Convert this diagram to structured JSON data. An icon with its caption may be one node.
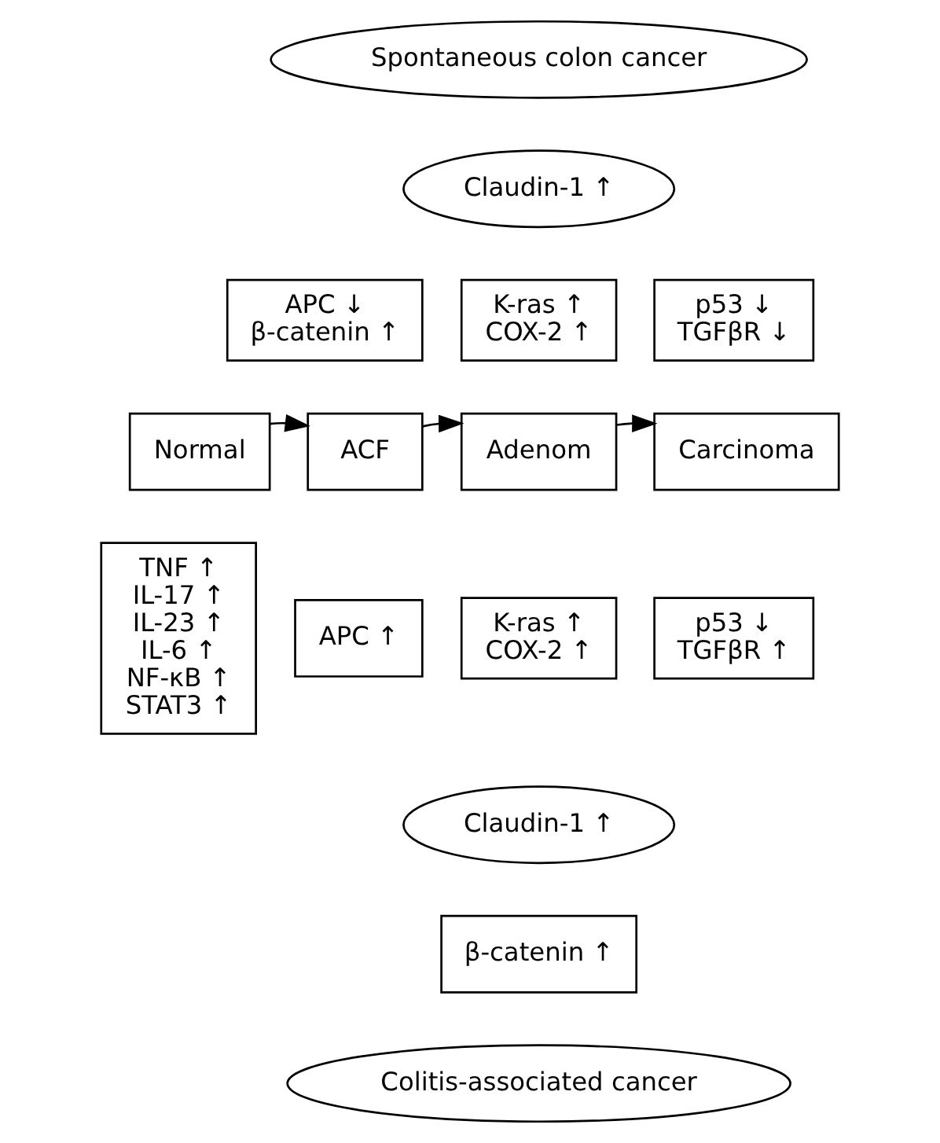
{
  "diagram": {
    "nodes": [
      {
        "text": [
          "Spontaneous colon cancer"
        ]
      },
      {
        "text": [
          "Claudin-1 ↑"
        ]
      },
      {
        "text": [
          "APC ↓",
          "β-catenin ↑"
        ]
      },
      {
        "text": [
          "K-ras ↑",
          "COX-2 ↑"
        ]
      },
      {
        "text": [
          "p53 ↓",
          "TGFβR ↓"
        ]
      },
      {
        "text": [
          "Normal"
        ]
      },
      {
        "text": [
          "ACF"
        ]
      },
      {
        "text": [
          "Adenom"
        ]
      },
      {
        "text": [
          "Carcinoma"
        ]
      },
      {
        "text": [
          "TNF ↑",
          "IL-17 ↑",
          "IL-23 ↑",
          "IL-6 ↑",
          "NF-κB ↑",
          "STAT3 ↑"
        ]
      },
      {
        "text": [
          "APC ↑"
        ]
      },
      {
        "text": [
          "K-ras ↑",
          "COX-2 ↑"
        ]
      },
      {
        "text": [
          "p53 ↓",
          "TGFβR ↑"
        ]
      },
      {
        "text": [
          "Claudin-1 ↑"
        ]
      },
      {
        "text": [
          "β-catenin ↑"
        ]
      },
      {
        "text": [
          "Colitis-associated cancer"
        ]
      }
    ],
    "edges": [
      {
        "from": 5,
        "to": 6,
        "arrow": "to"
      },
      {
        "from": 6,
        "to": 7,
        "arrow": "to"
      },
      {
        "from": 7,
        "to": 8,
        "arrow": "to"
      }
    ]
  }
}
